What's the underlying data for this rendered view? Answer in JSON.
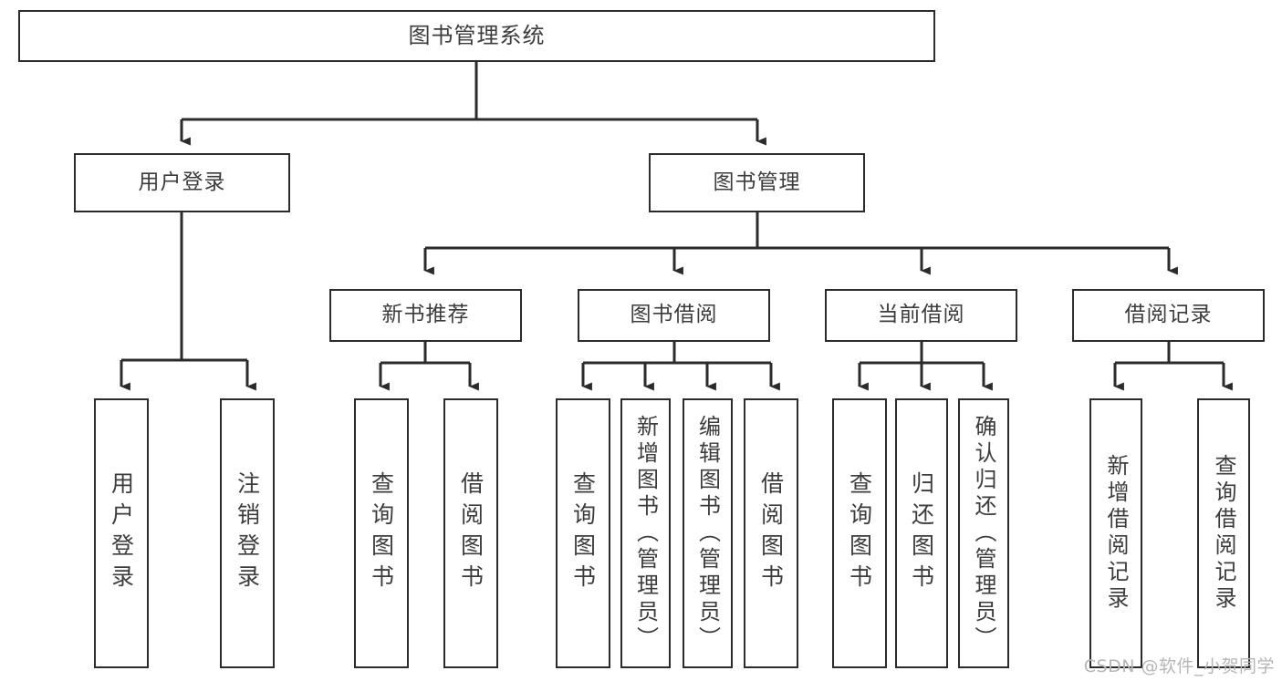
{
  "diagram": {
    "type": "tree",
    "title": "图书管理系统",
    "orientation": "top-down",
    "edge_color": "#2b2b2b",
    "node_border_color": "#2b2b2b",
    "node_fill_color": "#ffffff",
    "text_color": "#3c3c3c"
  },
  "nodes": {
    "root": {
      "label": "图书管理系统",
      "level": 0
    },
    "level1": [
      {
        "id": "user-login",
        "label": "用户登录"
      },
      {
        "id": "book-manage",
        "label": "图书管理"
      }
    ],
    "level2": [
      {
        "id": "new-book-recommend",
        "label": "新书推荐",
        "parent": "book-manage"
      },
      {
        "id": "book-borrow",
        "label": "图书借阅",
        "parent": "book-manage"
      },
      {
        "id": "current-borrow",
        "label": "当前借阅",
        "parent": "book-manage"
      },
      {
        "id": "borrow-record",
        "label": "借阅记录",
        "parent": "book-manage"
      }
    ],
    "leaves": [
      {
        "id": "leaf-user-login",
        "label": "用户登录",
        "parent": "user-login"
      },
      {
        "id": "leaf-logout-login",
        "label": "注销登录",
        "parent": "user-login"
      },
      {
        "id": "leaf-query-book-1",
        "label": "查询图书",
        "parent": "new-book-recommend"
      },
      {
        "id": "leaf-borrow-book-1",
        "label": "借阅图书",
        "parent": "new-book-recommend"
      },
      {
        "id": "leaf-query-book-2",
        "label": "查询图书",
        "parent": "book-borrow"
      },
      {
        "id": "leaf-add-book",
        "label": "新增图书（管理员）",
        "parent": "book-borrow"
      },
      {
        "id": "leaf-edit-book",
        "label": "编辑图书（管理员）",
        "parent": "book-borrow"
      },
      {
        "id": "leaf-borrow-book-2",
        "label": "借阅图书",
        "parent": "book-borrow"
      },
      {
        "id": "leaf-query-book-3",
        "label": "查询图书",
        "parent": "current-borrow"
      },
      {
        "id": "leaf-return-book",
        "label": "归还图书",
        "parent": "current-borrow"
      },
      {
        "id": "leaf-confirm-return",
        "label": "确认归还（管理员）",
        "parent": "current-borrow"
      },
      {
        "id": "leaf-add-record",
        "label": "新增借阅记录",
        "parent": "borrow-record"
      },
      {
        "id": "leaf-query-record",
        "label": "查询借阅记录",
        "parent": "borrow-record"
      }
    ]
  },
  "watermark": {
    "text": "CSDN @软件_小贺同学"
  }
}
